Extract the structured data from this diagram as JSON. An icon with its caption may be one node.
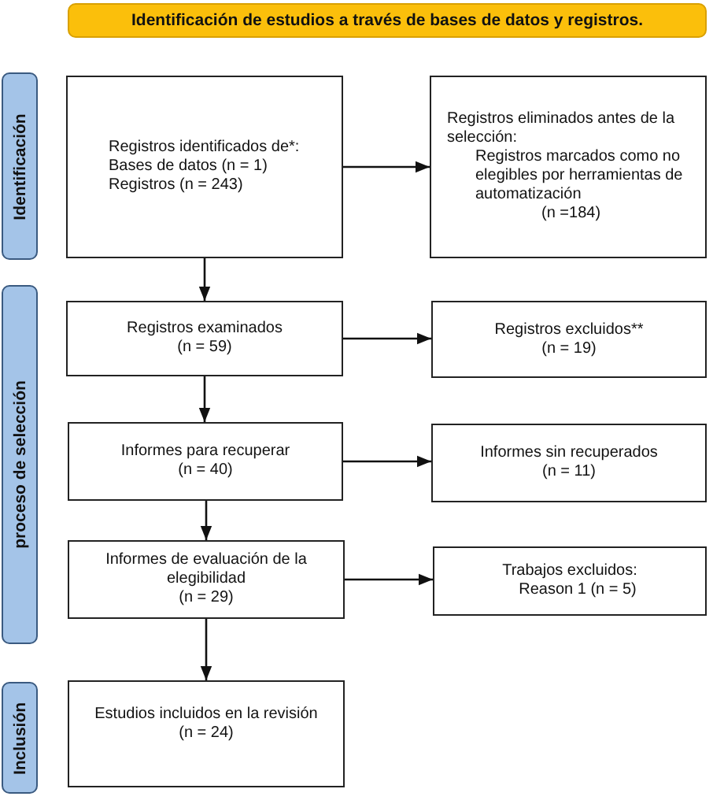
{
  "diagram": {
    "nodes": [
      {
        "text": [
          "Identificación de estudios a través de bases de datos y registros."
        ]
      },
      {
        "text": [
          "Identificación"
        ]
      },
      {
        "text": [
          "Registros identificados de*:",
          "Bases de datos (n = 1)",
          "Registros (n = 243)"
        ]
      },
      {
        "text": [
          "Registros eliminados antes de la selección:",
          "Registros marcados como no elegibles por herramientas de automatización",
          "(n =184)"
        ]
      },
      {
        "text": [
          "proceso de selección"
        ]
      },
      {
        "text": [
          "Registros examinados",
          "(n = 59)"
        ]
      },
      {
        "text": [
          "Registros excluidos**",
          "(n = 19)"
        ]
      },
      {
        "text": [
          "Informes para recuperar",
          "(n = 40)"
        ]
      },
      {
        "text": [
          "Informes sin recuperados",
          "(n = 11)"
        ]
      },
      {
        "text": [
          "Informes de evaluación de la elegibilidad",
          "(n = 29)"
        ]
      },
      {
        "text": [
          "Trabajos excluidos:",
          "Reason 1 (n = 5)"
        ]
      },
      {
        "text": [
          "Inclusión"
        ]
      },
      {
        "text": [
          "Estudios incluidos en la revisión",
          "(n = 24)"
        ]
      }
    ],
    "edges": [
      {
        "from": 2,
        "to": 3,
        "arrow": "to"
      },
      {
        "from": 2,
        "to": 5,
        "arrow": "to"
      },
      {
        "from": 5,
        "to": 6,
        "arrow": "to"
      },
      {
        "from": 5,
        "to": 7,
        "arrow": "to"
      },
      {
        "from": 7,
        "to": 8,
        "arrow": "to"
      },
      {
        "from": 7,
        "to": 9,
        "arrow": "to"
      },
      {
        "from": 9,
        "to": 10,
        "arrow": "to"
      },
      {
        "from": 9,
        "to": 12,
        "arrow": "to"
      }
    ]
  }
}
